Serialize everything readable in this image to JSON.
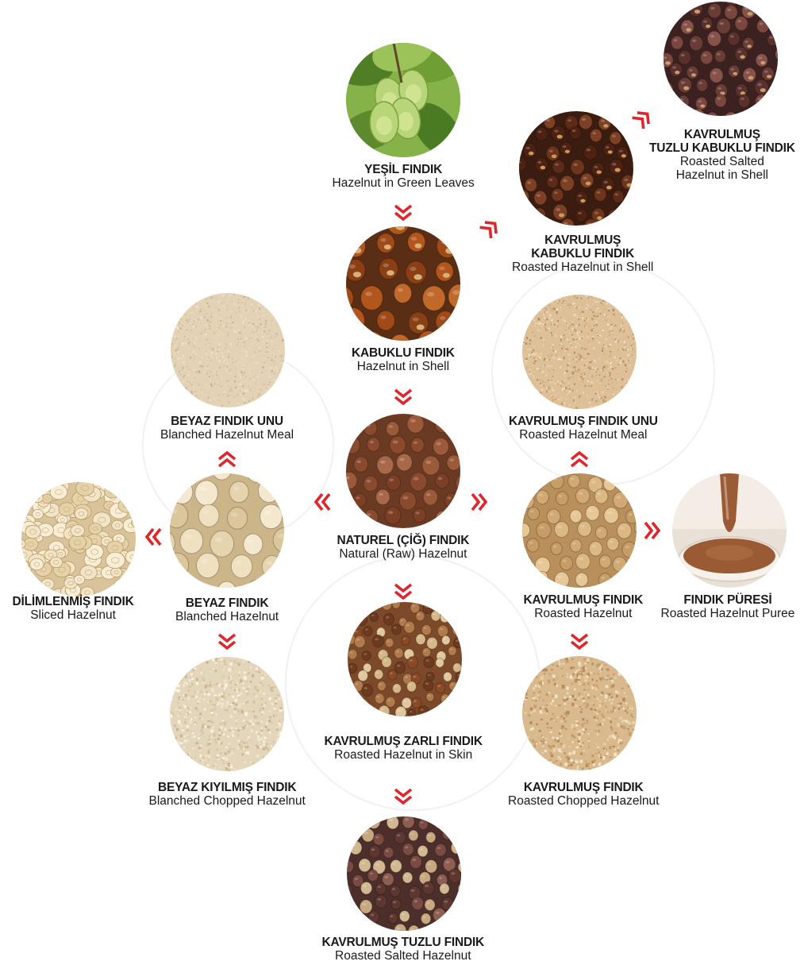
{
  "colors": {
    "arrow": "#e0252b",
    "text": "#1a1a1a"
  },
  "nodes": {
    "green": {
      "tr_lines": [
        "YEŞİL FINDIK"
      ],
      "en_lines": [
        "Hazelnut in Green Leaves"
      ],
      "image": "green-hazelnut-leaves"
    },
    "shell": {
      "tr_lines": [
        "KABUKLU FINDIK"
      ],
      "en_lines": [
        "Hazelnut in Shell"
      ],
      "image": "hazelnut-in-shell"
    },
    "natural": {
      "tr_lines": [
        "NATUREL (ÇİĞ) FINDIK"
      ],
      "en_lines": [
        "Natural (Raw) Hazelnut"
      ],
      "image": "raw-hazelnut"
    },
    "roasted_shell": {
      "tr_lines": [
        "KAVRULMUŞ",
        "KABUKLU FINDIK"
      ],
      "en_lines": [
        "Roasted Hazelnut in Shell"
      ],
      "image": "roasted-hazelnut-in-shell"
    },
    "roasted_salted_shell": {
      "tr_lines": [
        "KAVRULMUŞ",
        "TUZLU KABUKLU FINDIK"
      ],
      "en_lines": [
        "Roasted Salted",
        "Hazelnut in Shell"
      ],
      "image": "roasted-salted-hazelnut-in-shell"
    },
    "blanched_meal": {
      "tr_lines": [
        "BEYAZ FINDIK UNU"
      ],
      "en_lines": [
        "Blanched Hazelnut Meal"
      ],
      "image": "blanched-hazelnut-meal"
    },
    "roasted_meal": {
      "tr_lines": [
        "KAVRULMUŞ FINDIK UNU"
      ],
      "en_lines": [
        "Roasted Hazelnut Meal"
      ],
      "image": "roasted-hazelnut-meal"
    },
    "sliced": {
      "tr_lines": [
        "DİLİMLENMİŞ FINDIK"
      ],
      "en_lines": [
        "Sliced Hazelnut"
      ],
      "image": "sliced-hazelnut"
    },
    "blanched": {
      "tr_lines": [
        "BEYAZ FINDIK"
      ],
      "en_lines": [
        "Blanched Hazelnut"
      ],
      "image": "blanched-hazelnut"
    },
    "roasted": {
      "tr_lines": [
        "KAVRULMUŞ FINDIK"
      ],
      "en_lines": [
        "Roasted Hazelnut"
      ],
      "image": "roasted-hazelnut"
    },
    "puree": {
      "tr_lines": [
        "FINDIK PÜRESİ"
      ],
      "en_lines": [
        "Roasted Hazelnut Puree"
      ],
      "image": "hazelnut-puree"
    },
    "roasted_skin": {
      "tr_lines": [
        "KAVRULMUŞ ZARLI FINDIK"
      ],
      "en_lines": [
        "Roasted Hazelnut in Skin"
      ],
      "image": "roasted-hazelnut-in-skin"
    },
    "blanched_chopped": {
      "tr_lines": [
        "BEYAZ KIYILMIŞ FINDIK"
      ],
      "en_lines": [
        "Blanched Chopped Hazelnut"
      ],
      "image": "blanched-chopped-hazelnut"
    },
    "roasted_chopped": {
      "tr_lines": [
        "KAVRULMUŞ FINDIK"
      ],
      "en_lines": [
        "Roasted Chopped Hazelnut"
      ],
      "image": "roasted-chopped-hazelnut"
    },
    "roasted_salted": {
      "tr_lines": [
        "KAVRULMUŞ TUZLU FINDIK"
      ],
      "en_lines": [
        "Roasted Salted Hazelnut"
      ],
      "image": "roasted-salted-hazelnut"
    }
  },
  "edges": [
    {
      "from": "green",
      "to": "shell",
      "arrow": "down"
    },
    {
      "from": "shell",
      "to": "roasted_shell",
      "arrow": "up-right"
    },
    {
      "from": "roasted_shell",
      "to": "roasted_salted_shell",
      "arrow": "up-right"
    },
    {
      "from": "shell",
      "to": "natural",
      "arrow": "down"
    },
    {
      "from": "natural",
      "to": "blanched",
      "arrow": "left"
    },
    {
      "from": "natural",
      "to": "roasted",
      "arrow": "right"
    },
    {
      "from": "natural",
      "to": "roasted_skin",
      "arrow": "down"
    },
    {
      "from": "blanched",
      "to": "blanched_meal",
      "arrow": "up"
    },
    {
      "from": "blanched",
      "to": "sliced",
      "arrow": "left"
    },
    {
      "from": "blanched",
      "to": "blanched_chopped",
      "arrow": "down"
    },
    {
      "from": "roasted",
      "to": "roasted_meal",
      "arrow": "up"
    },
    {
      "from": "roasted",
      "to": "puree",
      "arrow": "right"
    },
    {
      "from": "roasted",
      "to": "roasted_chopped",
      "arrow": "down"
    },
    {
      "from": "roasted_skin",
      "to": "roasted_salted",
      "arrow": "down"
    }
  ]
}
